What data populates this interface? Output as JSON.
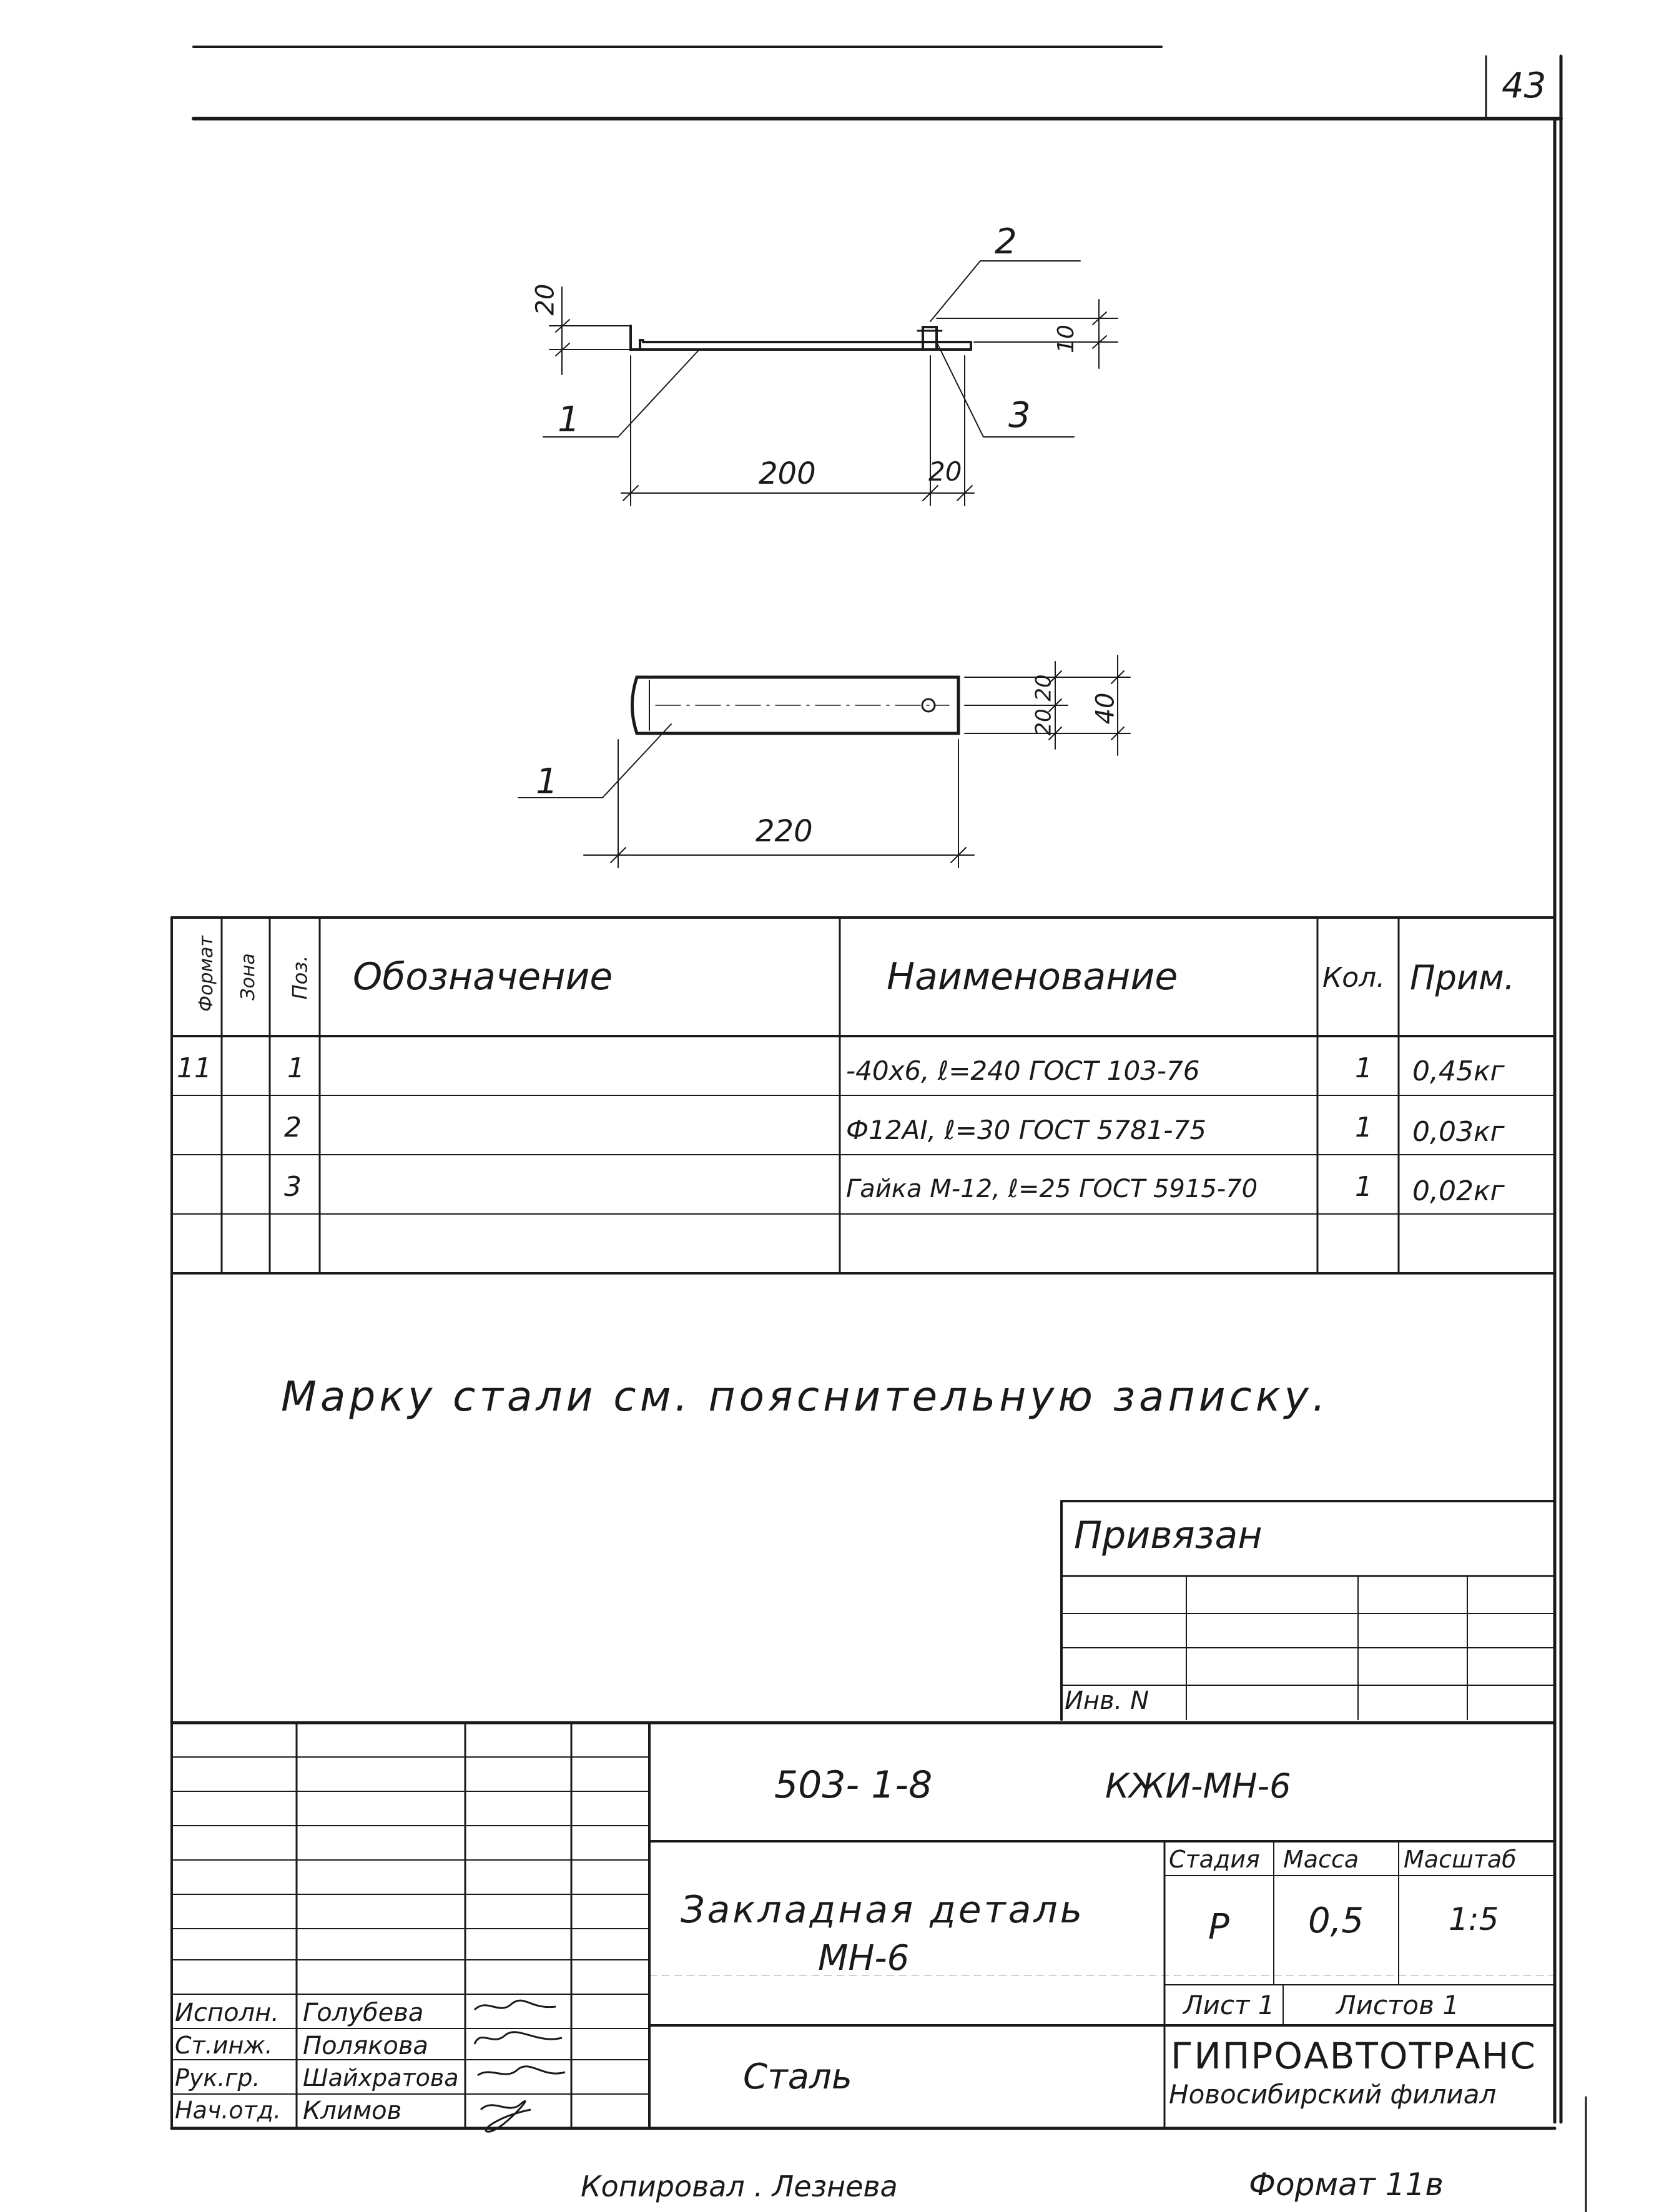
{
  "sheet_number": "43",
  "drawing1": {
    "dim_top_left": "20",
    "dim_right_small": "10",
    "dim_length": "200",
    "dim_end": "20",
    "callout_1": "1",
    "callout_2": "2",
    "callout_3": "3"
  },
  "drawing2": {
    "dim_top": "20",
    "dim_bottom": "20",
    "dim_total": "40",
    "dim_length": "220",
    "callout_1": "1"
  },
  "spec_table": {
    "headers": {
      "format": "Формат",
      "zone": "Зона",
      "pos": "Поз.",
      "designation": "Обозначение",
      "name": "Наименование",
      "qty": "Кол.",
      "note": "Прим."
    },
    "rows": [
      {
        "format": "11",
        "pos": "1",
        "name": "-40x6, ℓ=240 ГОСТ 103-76",
        "qty": "1",
        "note": "0,45кг"
      },
      {
        "format": "",
        "pos": "2",
        "name": "Ф12АI, ℓ=30 ГОСТ 5781-75",
        "qty": "1",
        "note": "0,03кг"
      },
      {
        "format": "",
        "pos": "3",
        "name": "Гайка М-12, ℓ=25 ГОСТ 5915-70",
        "qty": "1",
        "note": "0,02кг"
      }
    ]
  },
  "note_text": "Марку стали см. пояснительную записку.",
  "privyazan": {
    "title": "Привязан",
    "inv_label": "Инв. N"
  },
  "title_block": {
    "code": "503- 1-8",
    "mark": "КЖИ-МН-6",
    "name_line1": "Закладная деталь",
    "name_line2": "МН-6",
    "material": "Сталь",
    "stage_label": "Стадия",
    "mass_label": "Масса",
    "scale_label": "Масштаб",
    "stage_value": "Р",
    "mass_value": "0,5",
    "scale_value": "1:5",
    "sheet_label": "Лист 1",
    "sheets_label": "Листов 1",
    "org_name": "ГИПРОАВТОТРАНС",
    "org_branch": "Новосибирский филиал",
    "signatures": [
      {
        "role": "Исполн.",
        "name": "Голубева"
      },
      {
        "role": "Ст.инж.",
        "name": "Полякова"
      },
      {
        "role": "Рук.гр.",
        "name": "Шайхратова"
      },
      {
        "role": "Нач.отд.",
        "name": "Климов"
      }
    ]
  },
  "footer": {
    "copied_by": "Копировал . Лезнева",
    "format": "Формат 11в"
  }
}
